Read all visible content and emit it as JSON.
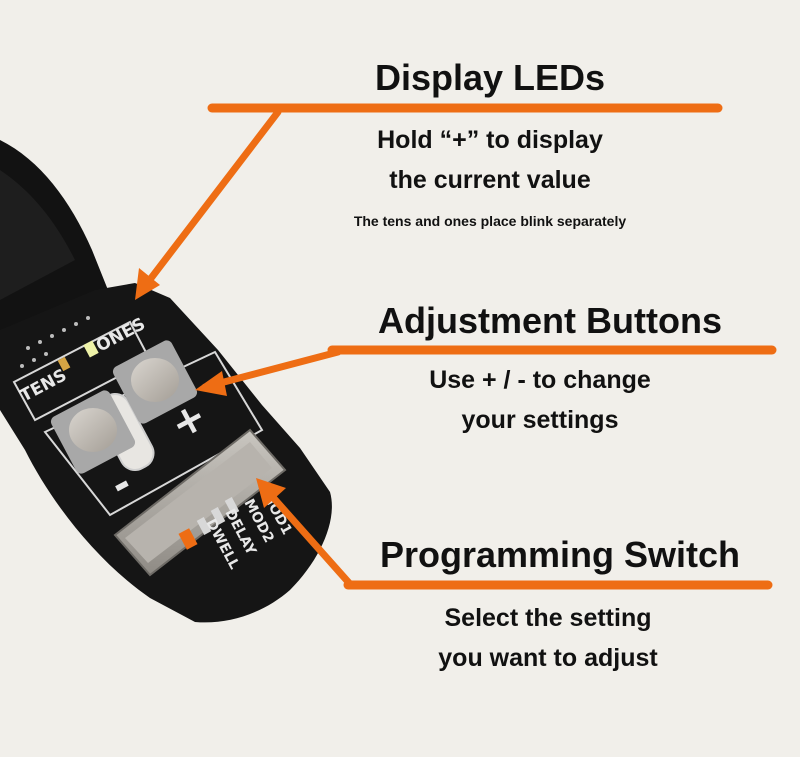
{
  "board": {
    "tens_label": "TENS",
    "ones_label": "ONES",
    "plus_label": "+",
    "minus_label": "-",
    "switch_labels": [
      "MOD1",
      "MOD2",
      "DELAY",
      "DWELL"
    ]
  },
  "callouts": {
    "display_leds": {
      "title": "Display LEDs",
      "line1": "Hold “+” to display",
      "line2": "the current value",
      "note": "The tens and ones place blink separately"
    },
    "adjustment_buttons": {
      "title": "Adjustment Buttons",
      "line1": "Use + / - to change",
      "line2": "your settings"
    },
    "programming_switch": {
      "title": "Programming Switch",
      "line1": "Select the setting",
      "line2": "you want to adjust"
    }
  },
  "colors": {
    "accent": "#ee6d14",
    "background": "#f1efea",
    "board": "#151515",
    "text": "#111111"
  }
}
